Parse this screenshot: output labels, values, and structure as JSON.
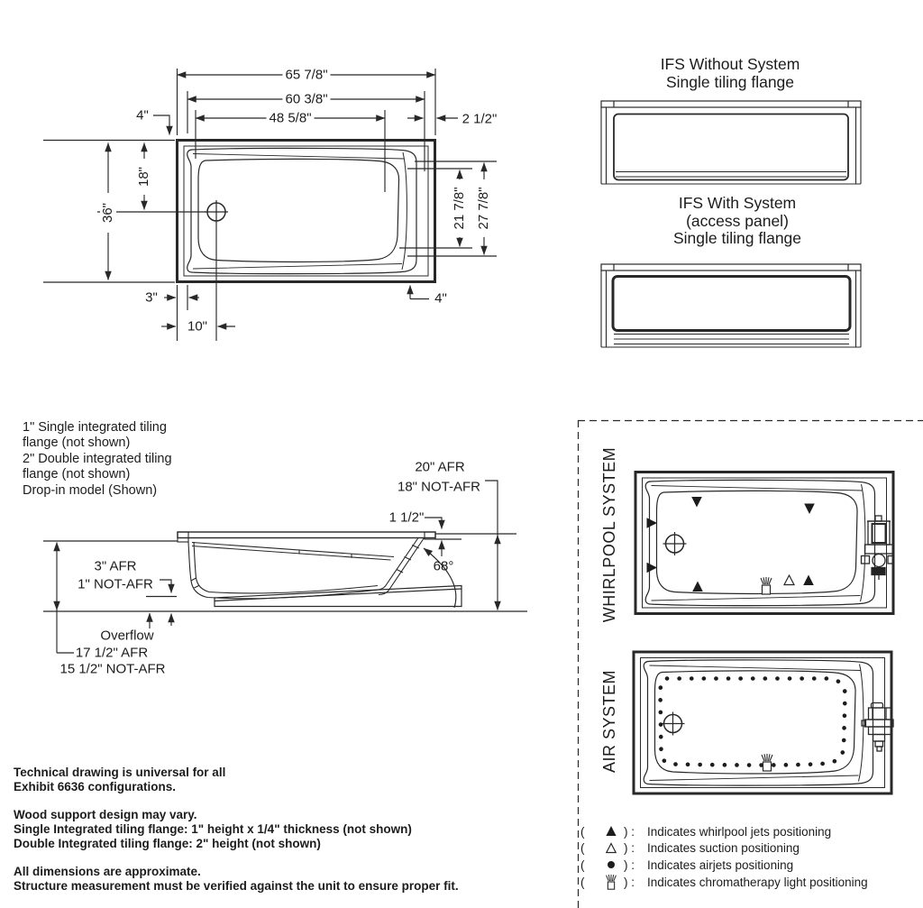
{
  "colors": {
    "line": "#282828",
    "text": "#1c1c1c",
    "background": "#ffffff"
  },
  "top_view": {
    "dims": {
      "overall_width": "65 7/8\"",
      "flange_width": "60 3/8\"",
      "basin_width": "48 5/8\"",
      "corner_offset": "4\"",
      "lip_offset": "2 1/2\"",
      "overall_depth": "36\"",
      "drain_offset_top": "18\"",
      "basin_depth": "21 7/8\"",
      "rim_depth": "27 7/8\"",
      "edge_left": "3\"",
      "edge_right": "4\"",
      "drain_offset_left": "10\""
    }
  },
  "ifs_views": {
    "without_system": {
      "line1": "IFS Without System",
      "line2": "Single tiling flange"
    },
    "with_system": {
      "line1": "IFS With System",
      "line2": "(access panel)",
      "line3": "Single tiling flange"
    }
  },
  "side_view": {
    "notes": [
      "1\" Single integrated tiling",
      "flange (not shown)",
      "2\" Double integrated tiling",
      "flange (not shown)",
      "Drop-in model (Shown)"
    ],
    "dims": {
      "height_afr": "20\" AFR",
      "height_not_afr": "18\" NOT-AFR",
      "rim_thickness": "1 1/2\"",
      "wall_angle": "68°",
      "base_afr": "3\" AFR",
      "base_not_afr": "1\" NOT-AFR",
      "overflow_label": "Overflow",
      "overflow_afr": "17 1/2\" AFR",
      "overflow_not_afr": "15 1/2\" NOT-AFR"
    }
  },
  "footnotes": {
    "group1": [
      "Technical drawing is universal for all",
      "Exhibit 6636 configurations."
    ],
    "group2": [
      "Wood support design may vary.",
      "Single Integrated tiling flange: 1\" height x 1/4\" thickness (not shown)",
      "Double Integrated tiling flange: 2\" height (not shown)"
    ],
    "group3": [
      "All dimensions are approximate.",
      "Structure measurement must be verified against the unit to ensure proper fit."
    ]
  },
  "systems": {
    "whirlpool_label": "WHIRLPOOL SYSTEM",
    "air_label": "AIR SYSTEM",
    "legend_punct": {
      "open": "(",
      "close": ") :"
    },
    "legend": [
      {
        "icon": "whirlpool-jet",
        "text": "Indicates whirlpool jets positioning"
      },
      {
        "icon": "suction",
        "text": "Indicates suction positioning"
      },
      {
        "icon": "airjet",
        "text": "Indicates airjets positioning"
      },
      {
        "icon": "chromatherapy-light",
        "text": "Indicates chromatherapy light positioning"
      }
    ]
  }
}
